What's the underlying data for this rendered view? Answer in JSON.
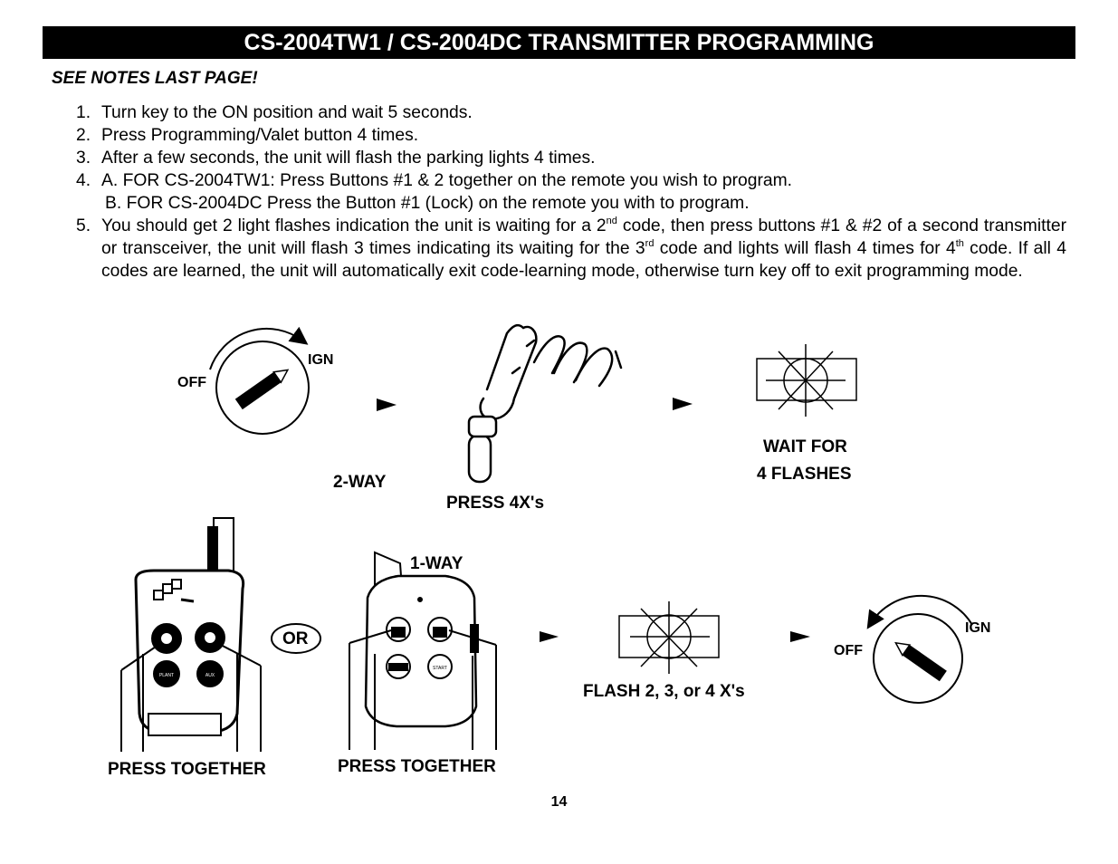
{
  "header": {
    "title": "CS-2004TW1 / CS-2004DC TRANSMITTER PROGRAMMING"
  },
  "notes": "SEE NOTES LAST PAGE!",
  "steps": [
    {
      "num": "1.",
      "text": "Turn key to the ON position and wait 5 seconds."
    },
    {
      "num": "2.",
      "text": "Press Programming/Valet button 4 times."
    },
    {
      "num": "3.",
      "text": "After a few seconds, the unit will flash the parking lights 4 times."
    },
    {
      "num": "4.",
      "text": "A. FOR CS-2004TW1: Press Buttons #1 & 2 together on the remote you wish to program.",
      "text_b": "B. FOR CS-2004DC Press the Button #1 (Lock) on the remote you with to program."
    },
    {
      "num": "5.",
      "p1": "You should get 2 light flashes indication the unit is waiting for a 2",
      "sup1": "nd",
      "p2": " code, then press buttons #1 & #2 of a second transmitter or transceiver, the unit will flash 3 times indicating its waiting for the 3",
      "sup2": "rd",
      "p3": " code and lights will flash 4 times for 4",
      "sup3": "th",
      "p4": " code.  If all 4 codes are learned, the unit will automatically exit code-learning mode, otherwise turn key off to exit programming mode."
    }
  ],
  "diagram": {
    "key1": {
      "off": "OFF",
      "ign": "IGN"
    },
    "two_way": "2-WAY",
    "press_4x": "PRESS 4X's",
    "wait_for": "WAIT FOR",
    "four_flashes": "4 FLASHES",
    "one_way": "1-WAY",
    "or": "OR",
    "flash_count": "FLASH 2, 3, or 4 X's",
    "key2": {
      "off": "OFF",
      "ign": "IGN"
    },
    "press_together_left": "PRESS TOGETHER",
    "press_together_right": "PRESS TOGETHER",
    "remote_button_labels": {
      "remote1_b3": "PLANT",
      "remote1_b4": "AUX",
      "remote2_b4": "START"
    }
  },
  "page_number": "14"
}
